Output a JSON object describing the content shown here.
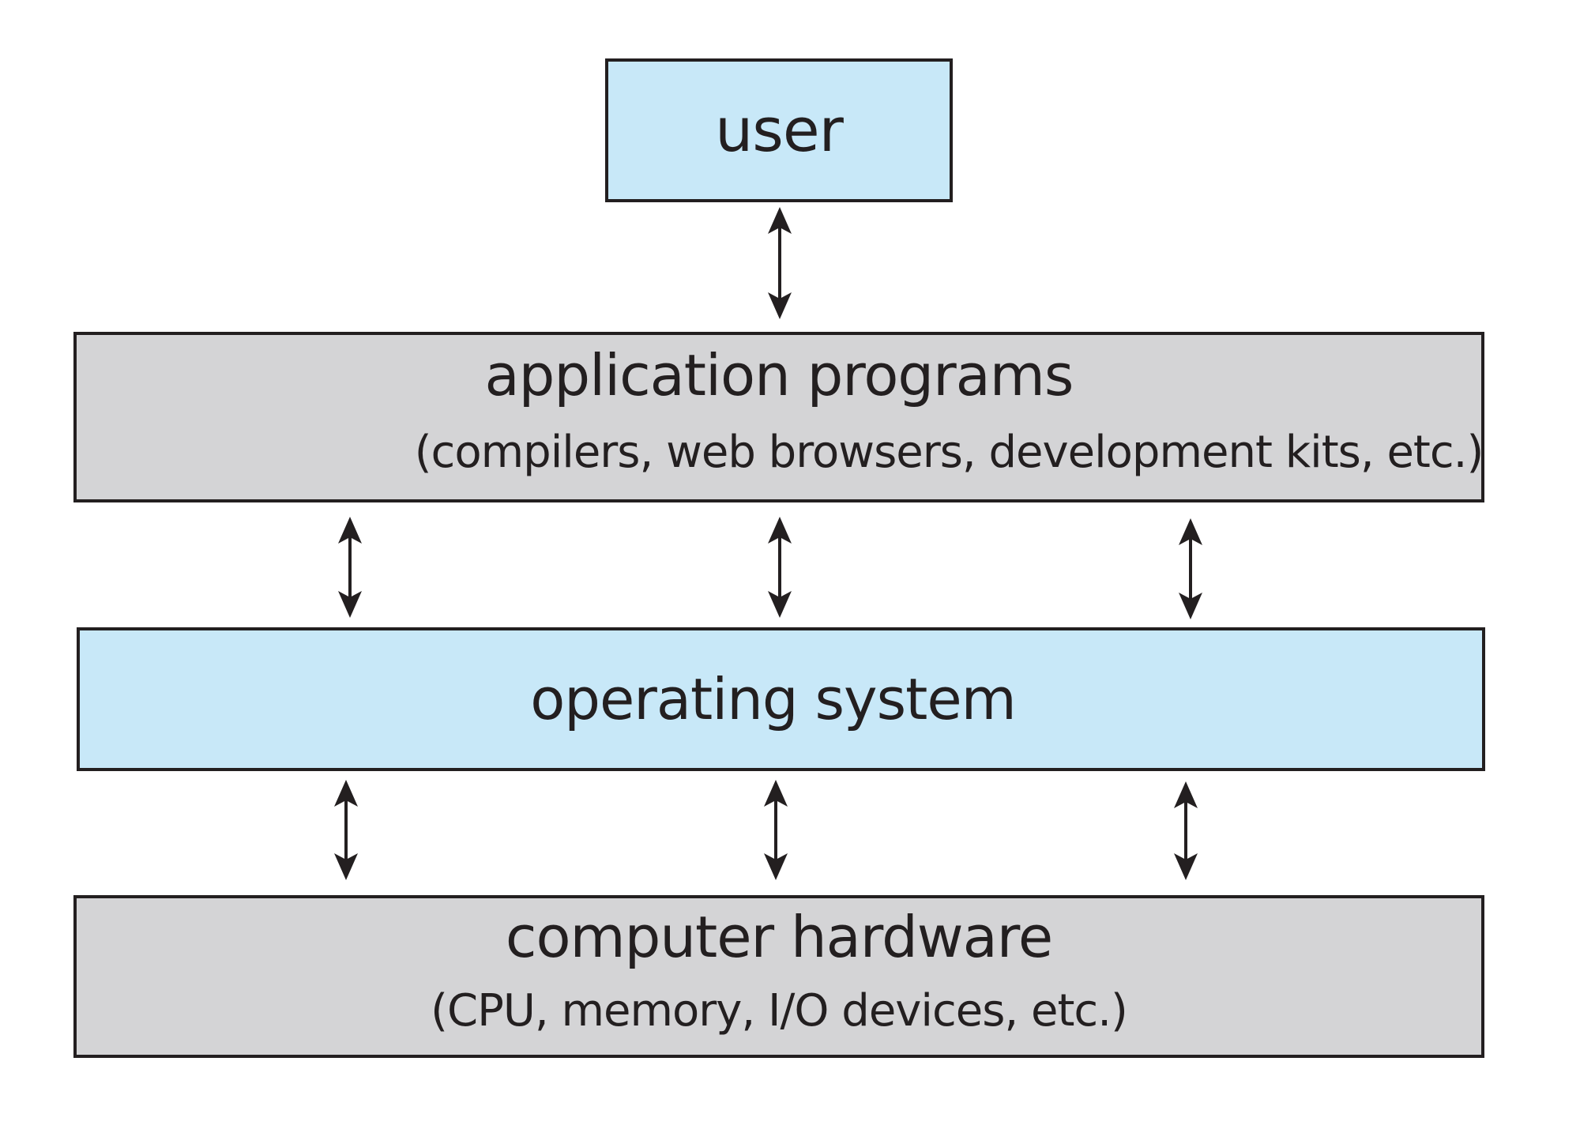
{
  "colors": {
    "blue_fill": "#c8e8f8",
    "gray_fill": "#d4d4d6",
    "stroke": "#231f20"
  },
  "layers": {
    "user": {
      "title": "user"
    },
    "applications": {
      "title": "application programs",
      "subtitle": "(compilers, web browsers, development kits, etc.)"
    },
    "os": {
      "title": "operating system"
    },
    "hardware": {
      "title": "computer hardware",
      "subtitle": "(CPU, memory, I/O devices, etc.)"
    }
  },
  "connections": [
    {
      "from": "user",
      "to": "applications",
      "type": "bidirectional"
    },
    {
      "from": "applications",
      "to": "os",
      "type": "bidirectional"
    },
    {
      "from": "applications",
      "to": "os",
      "type": "bidirectional"
    },
    {
      "from": "applications",
      "to": "os",
      "type": "bidirectional"
    },
    {
      "from": "os",
      "to": "hardware",
      "type": "bidirectional"
    },
    {
      "from": "os",
      "to": "hardware",
      "type": "bidirectional"
    },
    {
      "from": "os",
      "to": "hardware",
      "type": "bidirectional"
    }
  ]
}
